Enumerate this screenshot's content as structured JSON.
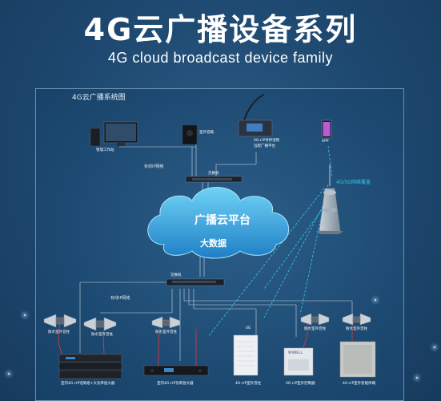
{
  "header": {
    "title": "4G云广播设备系列",
    "subtitle": "4G cloud broadcast device family"
  },
  "diagram": {
    "panel_title": "4G云广播系统图",
    "cloud_line1": "广播云平台",
    "cloud_line2": "大数据",
    "network_label": "4G/5G网络覆盖",
    "wired_top": "有线IP网络",
    "wired_bottom": "有线IP网络",
    "switch_top": "交换机",
    "switch_bottom": "交换机",
    "pc_label": "管理工作站",
    "io_label": "室外音箱",
    "mic_label1": "4G+IP寻呼话筒",
    "mic_label2": "远程广播平台",
    "phone_label": "APP",
    "horn_label": "防水室外音柱",
    "rack_label": "室内4G+IP话筒组+大功率放大器",
    "amp_label": "室内4G+IP功率放大器",
    "column_label": "4G+IP室外音柱",
    "mod_label": "4G+IP室外控制器",
    "outdoor_label": "4G+IP室外智能终端",
    "ant": "4G",
    "device_name": "WIWELL"
  }
}
